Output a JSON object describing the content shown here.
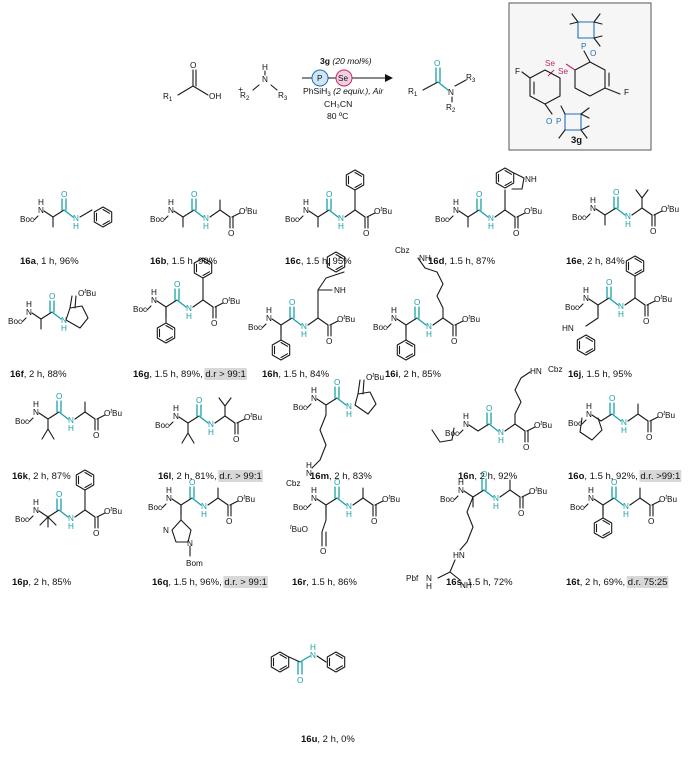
{
  "scheme": {
    "reactant_acid": {
      "r1": "R",
      "r1_sup": "1",
      "oh": "OH",
      "o": "O"
    },
    "plus": "+",
    "reactant_amine": {
      "r2": "R",
      "r2_sup": "2",
      "r3": "R",
      "r3_sup": "3",
      "h": "H",
      "n": "N"
    },
    "catalyst_p": "P",
    "catalyst_se": "Se",
    "cond_catalyst_bold": "3g",
    "cond_catalyst_rest": " (20 mol%)",
    "cond_silane_a": "PhSiH",
    "cond_silane_sub": "3",
    "cond_silane_b": " (2 equiv.), Air",
    "cond_solvent": "CH₃CN",
    "cond_temp": "80 ºC",
    "product": {
      "r1": "R",
      "r1_sup": "1",
      "n": "N",
      "o": "O",
      "r2": "R",
      "r2_sup": "2",
      "r3": "R",
      "r3_sup": "3"
    },
    "catalyst_box": {
      "label": "3g",
      "f1": "F",
      "f2": "F",
      "se1": "Se",
      "se2": "Se",
      "p1": "P",
      "p2": "P",
      "o1": "O",
      "o2": "O"
    }
  },
  "fragments": {
    "boc": "Boc",
    "cbz": "Cbz",
    "pbf": "Pbf",
    "bom": "Bom",
    "otbu_o": "O",
    "otbu_t": "t",
    "otbu_bu": "Bu",
    "n": "N",
    "h": "H",
    "nh": "NH",
    "o": "O",
    "hn": "HN",
    "nh2": "NH"
  },
  "compounds": [
    {
      "id": "16a",
      "info": ", 1 h, 96%",
      "dr": ""
    },
    {
      "id": "16b",
      "info": ", 1.5 h, 90%",
      "dr": ""
    },
    {
      "id": "16c",
      "info": ", 1.5 h, 95%",
      "dr": ""
    },
    {
      "id": "16d",
      "info": ", 1.5 h, 87%",
      "dr": ""
    },
    {
      "id": "16e",
      "info": ", 2 h, 84%",
      "dr": ""
    },
    {
      "id": "16f",
      "info": ", 2 h, 88%",
      "dr": ""
    },
    {
      "id": "16g",
      "info": ", 1.5 h, 89%, ",
      "dr": "d.r > 99:1"
    },
    {
      "id": "16h",
      "info": ", 1.5 h, 84%",
      "dr": ""
    },
    {
      "id": "16i",
      "info": ", 2 h, 85%",
      "dr": ""
    },
    {
      "id": "16j",
      "info": ", 1.5 h, 95%",
      "dr": ""
    },
    {
      "id": "16k",
      "info": ", 2 h, 87%",
      "dr": ""
    },
    {
      "id": "16l",
      "info": ", 2 h, 81%, ",
      "dr": "d.r. > 99:1"
    },
    {
      "id": "16m",
      "info": ", 2 h, 83%",
      "dr": ""
    },
    {
      "id": "16n",
      "info": ", 2 h, 92%",
      "dr": ""
    },
    {
      "id": "16o",
      "info": ", 1.5 h, 92%, ",
      "dr": "d.r. >99:1"
    },
    {
      "id": "16p",
      "info": ", 2 h, 85%",
      "dr": ""
    },
    {
      "id": "16q",
      "info": ", 1.5 h, 96%, ",
      "dr": "d.r. > 99:1"
    },
    {
      "id": "16r",
      "info": ", 1.5 h, 86%",
      "dr": ""
    },
    {
      "id": "16s",
      "info": ", 1.5 h, 72%",
      "dr": ""
    },
    {
      "id": "16t",
      "info": ", 2 h, 69%, ",
      "dr": "d.r. 75:25"
    },
    {
      "id": "16u",
      "info": ", 2 h, 0%",
      "dr": ""
    }
  ],
  "colors": {
    "amide": "#1aa0a8",
    "selenium": "#c2276b",
    "phosphorus": "#1f6fb8",
    "dr_highlight": "#d8d8d8"
  }
}
